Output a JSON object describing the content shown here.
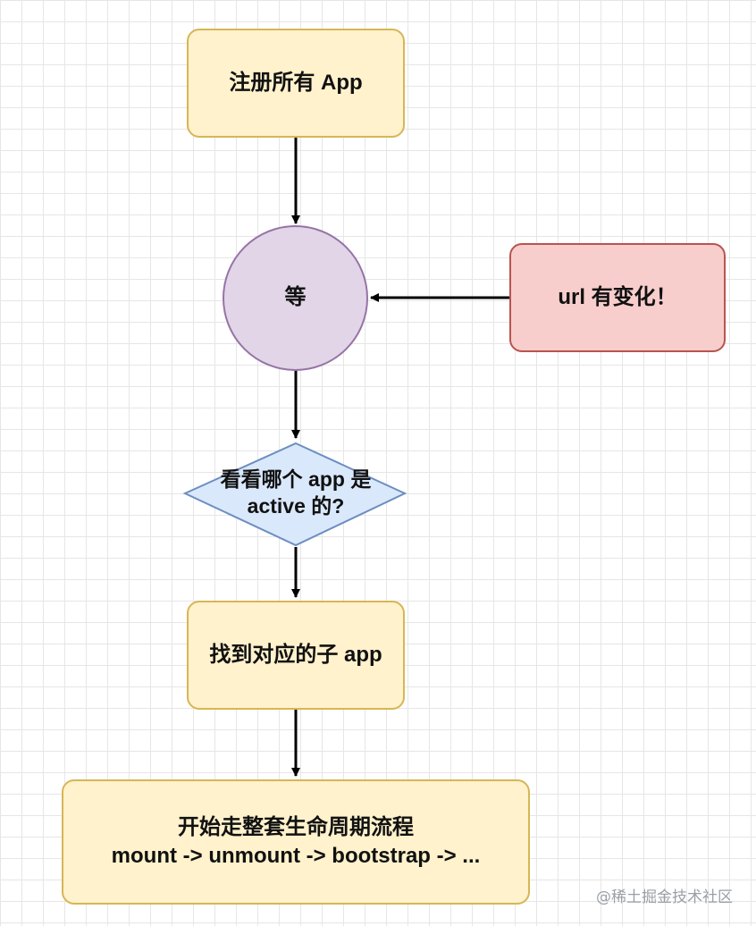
{
  "nodes": {
    "register": "注册所有 App",
    "wait": "等",
    "url_change": "url 有变化！",
    "check_active_line1": "看看哪个 app 是",
    "check_active_line2": "active 的?",
    "find_app": "找到对应的子 app",
    "lifecycle_line1": "开始走整套生命周期流程",
    "lifecycle_line2": "mount -> unmount -> bootstrap -> ..."
  },
  "watermark": "@稀土掘金技术社区",
  "colors": {
    "yellow_fill": "#fff2cc",
    "yellow_stroke": "#d6b656",
    "purple_fill": "#e1d5e7",
    "purple_stroke": "#9673a6",
    "red_fill": "#f8cecc",
    "red_stroke": "#b85450",
    "blue_fill": "#dae8fc",
    "blue_stroke": "#6c8ebf",
    "arrow": "#000000"
  }
}
